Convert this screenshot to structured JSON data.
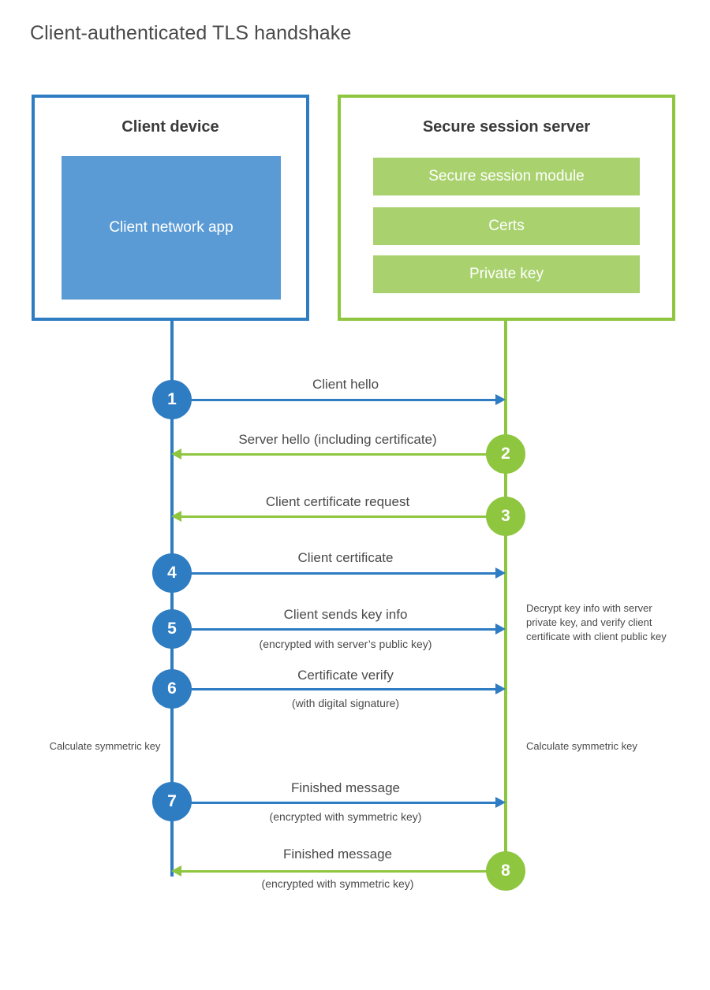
{
  "title": "Client-authenticated TLS handshake",
  "colors": {
    "client_blue": "#2e7cc2",
    "client_app_blue": "#5b9bd5",
    "server_green": "#8ec63f",
    "server_block_green": "#a9d26f",
    "text_gray": "#4a4a4a",
    "heading_gray": "#3a3a3a",
    "background": "#ffffff"
  },
  "client": {
    "title": "Client device",
    "app_label": "Client network app"
  },
  "server": {
    "title": "Secure session server",
    "blocks": [
      {
        "label": "Secure session module"
      },
      {
        "label": "Certs"
      },
      {
        "label": "Private key"
      }
    ]
  },
  "messages": [
    {
      "number": "1",
      "label": "Client hello",
      "sublabel": "",
      "direction": "client-to-server",
      "color": "blue"
    },
    {
      "number": "2",
      "label": "Server hello (including certificate)",
      "sublabel": "",
      "direction": "server-to-client",
      "color": "green"
    },
    {
      "number": "3",
      "label": "Client certificate request",
      "sublabel": "",
      "direction": "server-to-client",
      "color": "green"
    },
    {
      "number": "4",
      "label": "Client certificate",
      "sublabel": "",
      "direction": "client-to-server",
      "color": "blue"
    },
    {
      "number": "5",
      "label": "Client sends key info",
      "sublabel": "(encrypted with server’s public key)",
      "direction": "client-to-server",
      "color": "blue"
    },
    {
      "number": "6",
      "label": "Certificate verify",
      "sublabel": "(with digital signature)",
      "direction": "client-to-server",
      "color": "blue"
    },
    {
      "number": "7",
      "label": "Finished message",
      "sublabel": "(encrypted with symmetric key)",
      "direction": "client-to-server",
      "color": "blue"
    },
    {
      "number": "8",
      "label": "Finished message",
      "sublabel": "(encrypted with symmetric key)",
      "direction": "server-to-client",
      "color": "green"
    }
  ],
  "notes": {
    "server_decrypt": "Decrypt key info with server private key, and verify client certificate with client public key",
    "client_calculate": "Calculate symmetric key",
    "server_calculate": "Calculate symmetric key"
  }
}
